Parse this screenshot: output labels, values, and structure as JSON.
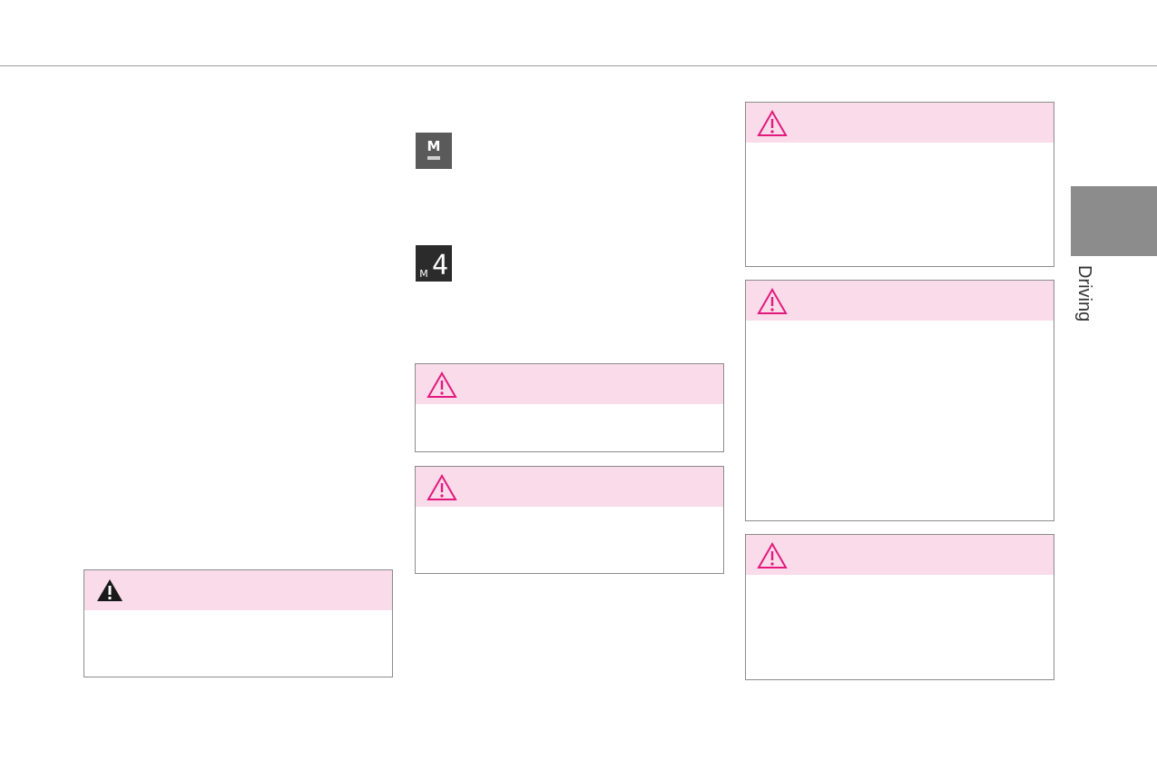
{
  "section_label": "Driving",
  "colors": {
    "accent_pink": "#e3197e",
    "box_header": "#f9dbe9",
    "tab_grey": "#8c8c8c",
    "icon_dark": "#2b2b2b",
    "icon_grey": "#5a5a5a"
  },
  "icons": {
    "manual_mode": "M",
    "gear_indicator": "M",
    "gear_digit": "4"
  },
  "boxes": [
    {
      "id": "warning-solid",
      "icon": "warning-solid-icon"
    },
    {
      "id": "caution-1",
      "icon": "caution-icon"
    },
    {
      "id": "caution-2",
      "icon": "caution-icon"
    },
    {
      "id": "caution-3",
      "icon": "caution-icon"
    },
    {
      "id": "caution-4",
      "icon": "caution-icon"
    },
    {
      "id": "caution-5",
      "icon": "caution-icon"
    }
  ]
}
